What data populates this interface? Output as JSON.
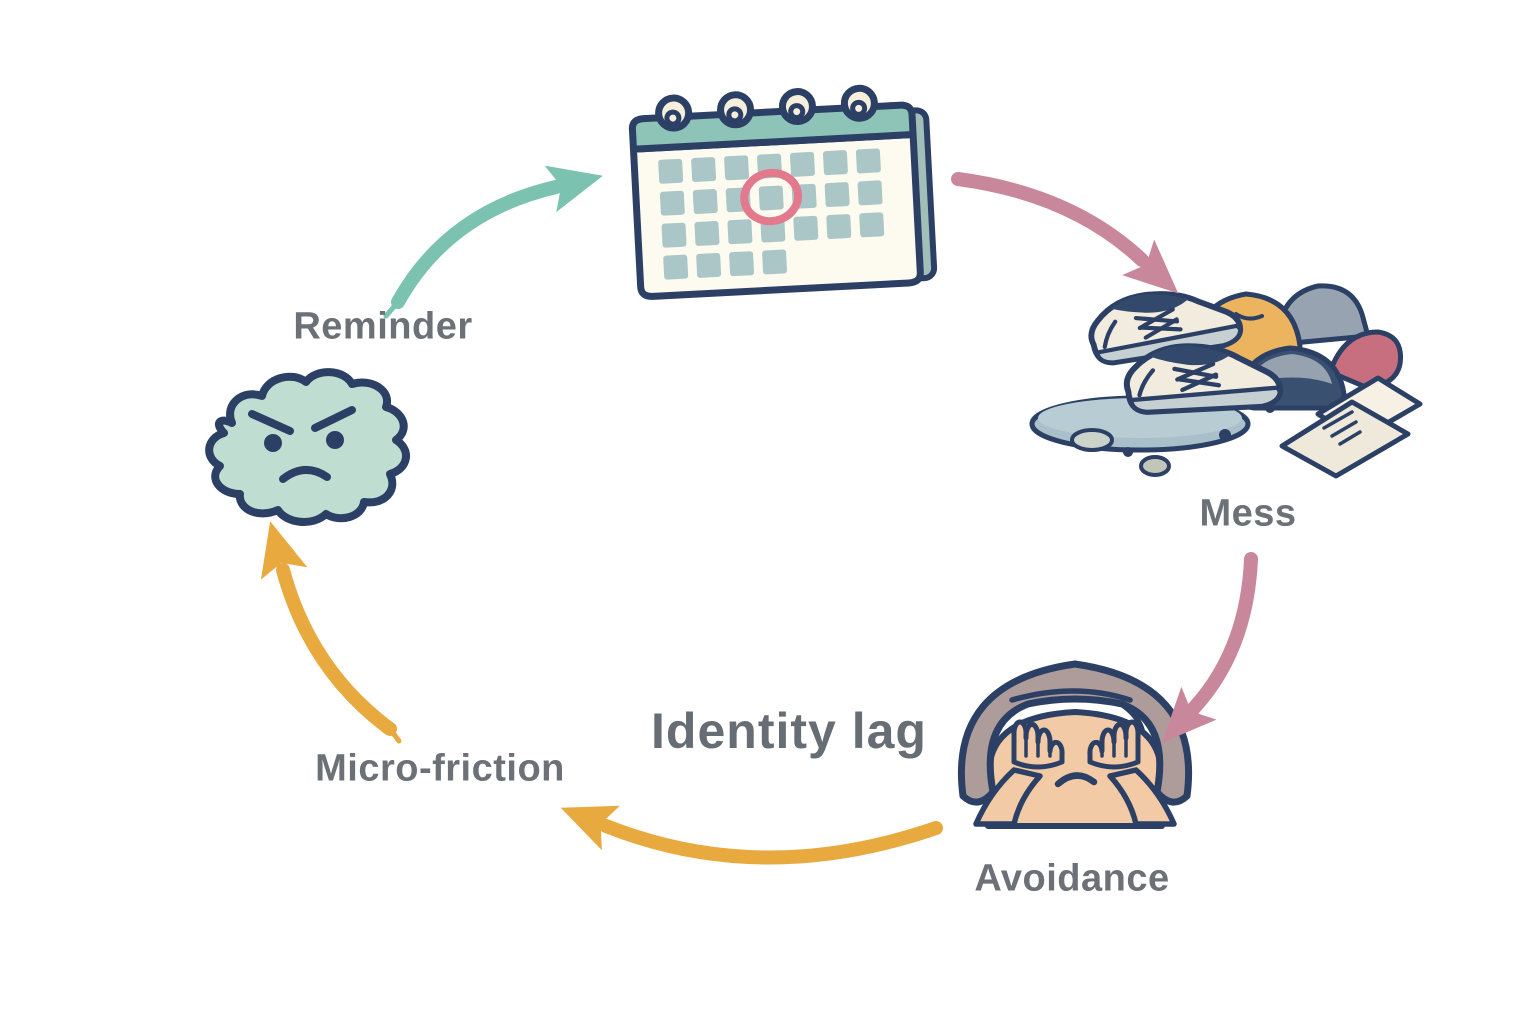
{
  "diagram": {
    "center_label": "Identity lag",
    "nodes": [
      {
        "id": "reminder",
        "label": "Reminder",
        "icon": "angry-blob-icon"
      },
      {
        "id": "calendar",
        "label": "",
        "icon": "calendar-icon"
      },
      {
        "id": "mess",
        "label": "Mess",
        "icon": "mess-pile-icon"
      },
      {
        "id": "avoidance",
        "label": "Avoidance",
        "icon": "face-covering-icon"
      },
      {
        "id": "micro_friction",
        "label": "Micro-friction",
        "icon": ""
      }
    ],
    "arrows": [
      {
        "from": "reminder",
        "to": "calendar",
        "color": "#7cc2b0"
      },
      {
        "from": "calendar",
        "to": "mess",
        "color": "#c8879b"
      },
      {
        "from": "mess",
        "to": "avoidance",
        "color": "#c8879b"
      },
      {
        "from": "avoidance",
        "to": "micro_friction",
        "color": "#e8a93e"
      },
      {
        "from": "micro_friction",
        "to": "reminder",
        "color": "#e8a93e"
      }
    ],
    "colors": {
      "background": "#ffffff",
      "label_text": "#6b7177",
      "center_label_text": "#666d74",
      "outline_navy": "#2c4066",
      "teal_arrow": "#7cc2b0",
      "pink_arrow": "#c8879b",
      "yellow_arrow": "#e8a93e",
      "blob_fill": "#bfddd0",
      "calendar_header": "#8ec4b8",
      "calendar_grid": "#abc6c7",
      "calendar_circle": "#e2798d",
      "hair": "#ae9c9a",
      "skin": "#f2cba6"
    }
  }
}
